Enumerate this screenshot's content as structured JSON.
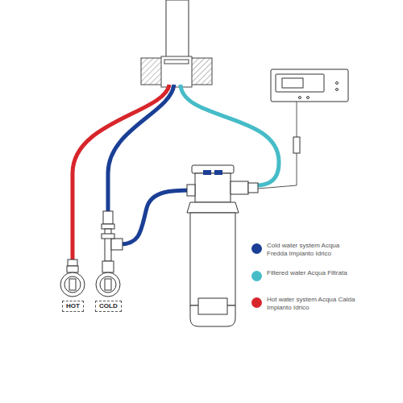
{
  "diagram": {
    "nodes": [
      {
        "text": [
          "HOT"
        ]
      },
      {
        "text": [
          "COLD"
        ]
      }
    ],
    "legend": [
      {
        "text": "Cold water system Acqua Fredda Impianto Idrico",
        "color": "#1b3f95"
      },
      {
        "text": "Filtered water Acqua Filtrata",
        "color": "#46bcc8"
      },
      {
        "text": "Hot water system Acqua Calda Impianto Idrico",
        "color": "#d7252b"
      }
    ]
  }
}
